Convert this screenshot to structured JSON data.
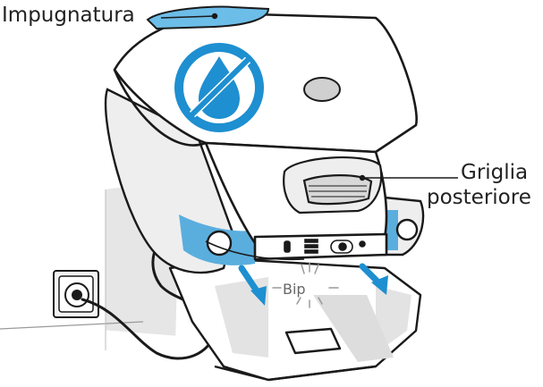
{
  "labels": {
    "handle": "Impugnatura",
    "grille_line1": "Griglia",
    "grille_line2": "posteriore",
    "beep": "Bip"
  },
  "icons": {
    "no_water": "no-water-icon",
    "power_socket": "power-socket-icon",
    "beep_sound": "sound-burst-icon",
    "arrows": "down-arrow-icon"
  },
  "colors": {
    "accent_blue": "#1e8fd0",
    "light_blue": "#6cbde8",
    "outline": "#1a1a1a",
    "body_white": "#ffffff",
    "shadow_gray": "#dcdcdc"
  }
}
